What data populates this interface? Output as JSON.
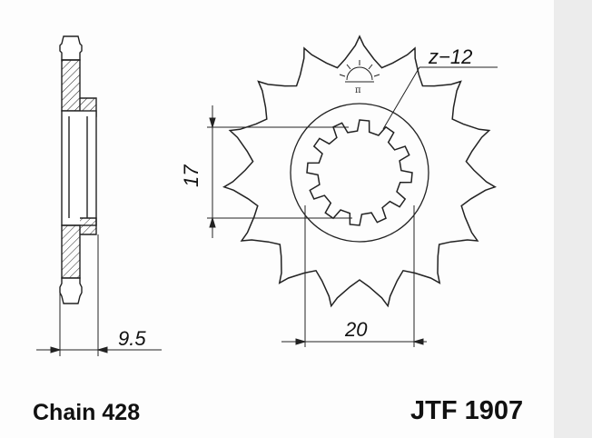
{
  "drawing": {
    "teeth_label": "z−12",
    "width_dim": "9.5",
    "spline_height_dim": "17",
    "spline_width_dim": "20"
  },
  "captions": {
    "chain": "Chain 428",
    "part_number": "JTF 1907"
  },
  "colors": {
    "line": "#222222",
    "background": "#fdfdfd",
    "side_strip": "#ececec"
  }
}
